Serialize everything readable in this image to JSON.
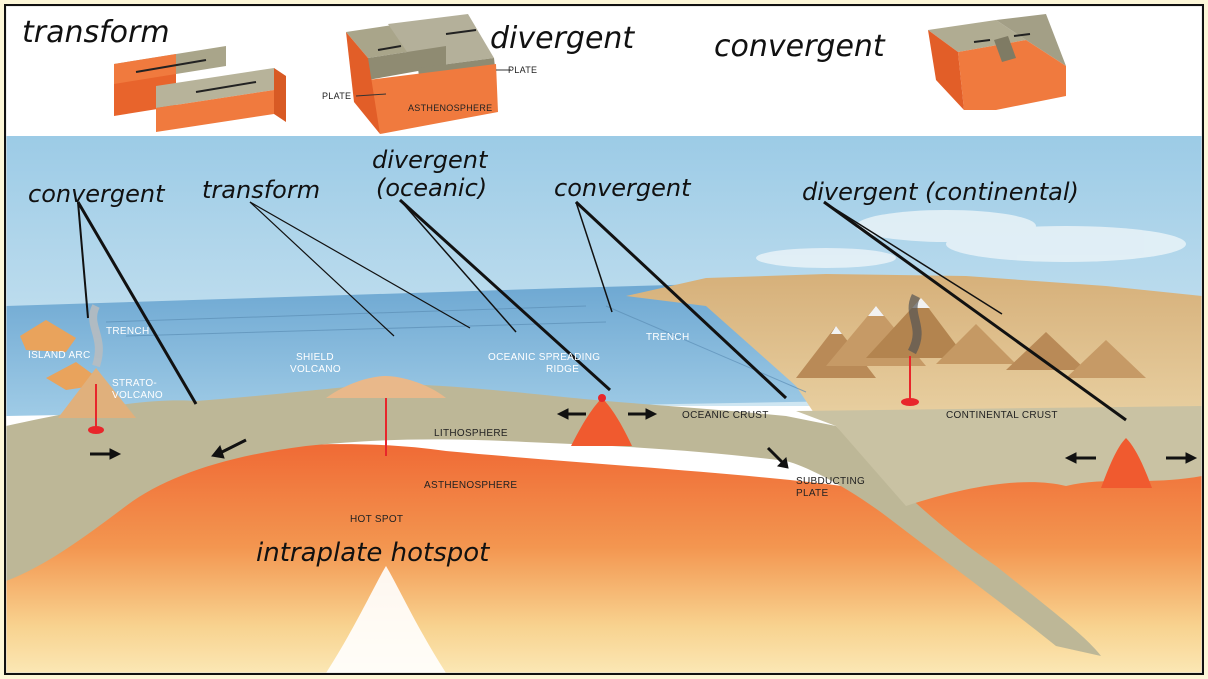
{
  "top_row": {
    "transform": "transform",
    "divergent": "divergent",
    "convergent": "convergent",
    "inset_plate_label": "PLATE",
    "inset_asthenosphere_label": "ASTHENOSPHERE"
  },
  "callouts": {
    "convergent_left": "convergent",
    "transform": "transform",
    "divergent_oceanic_line1": "divergent",
    "divergent_oceanic_line2": "(oceanic)",
    "convergent_mid": "convergent",
    "divergent_continental": "divergent (continental)",
    "intraplate_hotspot": "intraplate hotspot"
  },
  "features": {
    "trench_left": "TRENCH",
    "island_arc": "ISLAND ARC",
    "strato_volcano_1": "STRATO-",
    "strato_volcano_2": "VOLCANO",
    "shield_volcano_1": "SHIELD",
    "shield_volcano_2": "VOLCANO",
    "oceanic_ridge_1": "OCEANIC SPREADING",
    "oceanic_ridge_2": "RIDGE",
    "trench_right": "TRENCH",
    "oceanic_crust": "OCEANIC CRUST",
    "continental_crust": "CONTINENTAL CRUST",
    "lithosphere": "LITHOSPHERE",
    "asthenosphere": "ASTHENOSPHERE",
    "subducting_plate_1": "SUBDUCTING",
    "subducting_plate_2": "PLATE",
    "hot_spot": "HOT SPOT"
  },
  "colors": {
    "sky": "#a9d3e9",
    "ocean": "#7fb6d8",
    "lithosphere": "#bfb89a",
    "asthenosphere": "#f0733a",
    "deep_mantle": "#f7c98a",
    "continent": "#d8b27a",
    "magma": "#e8262b",
    "page_background": "#fdf7d8"
  }
}
